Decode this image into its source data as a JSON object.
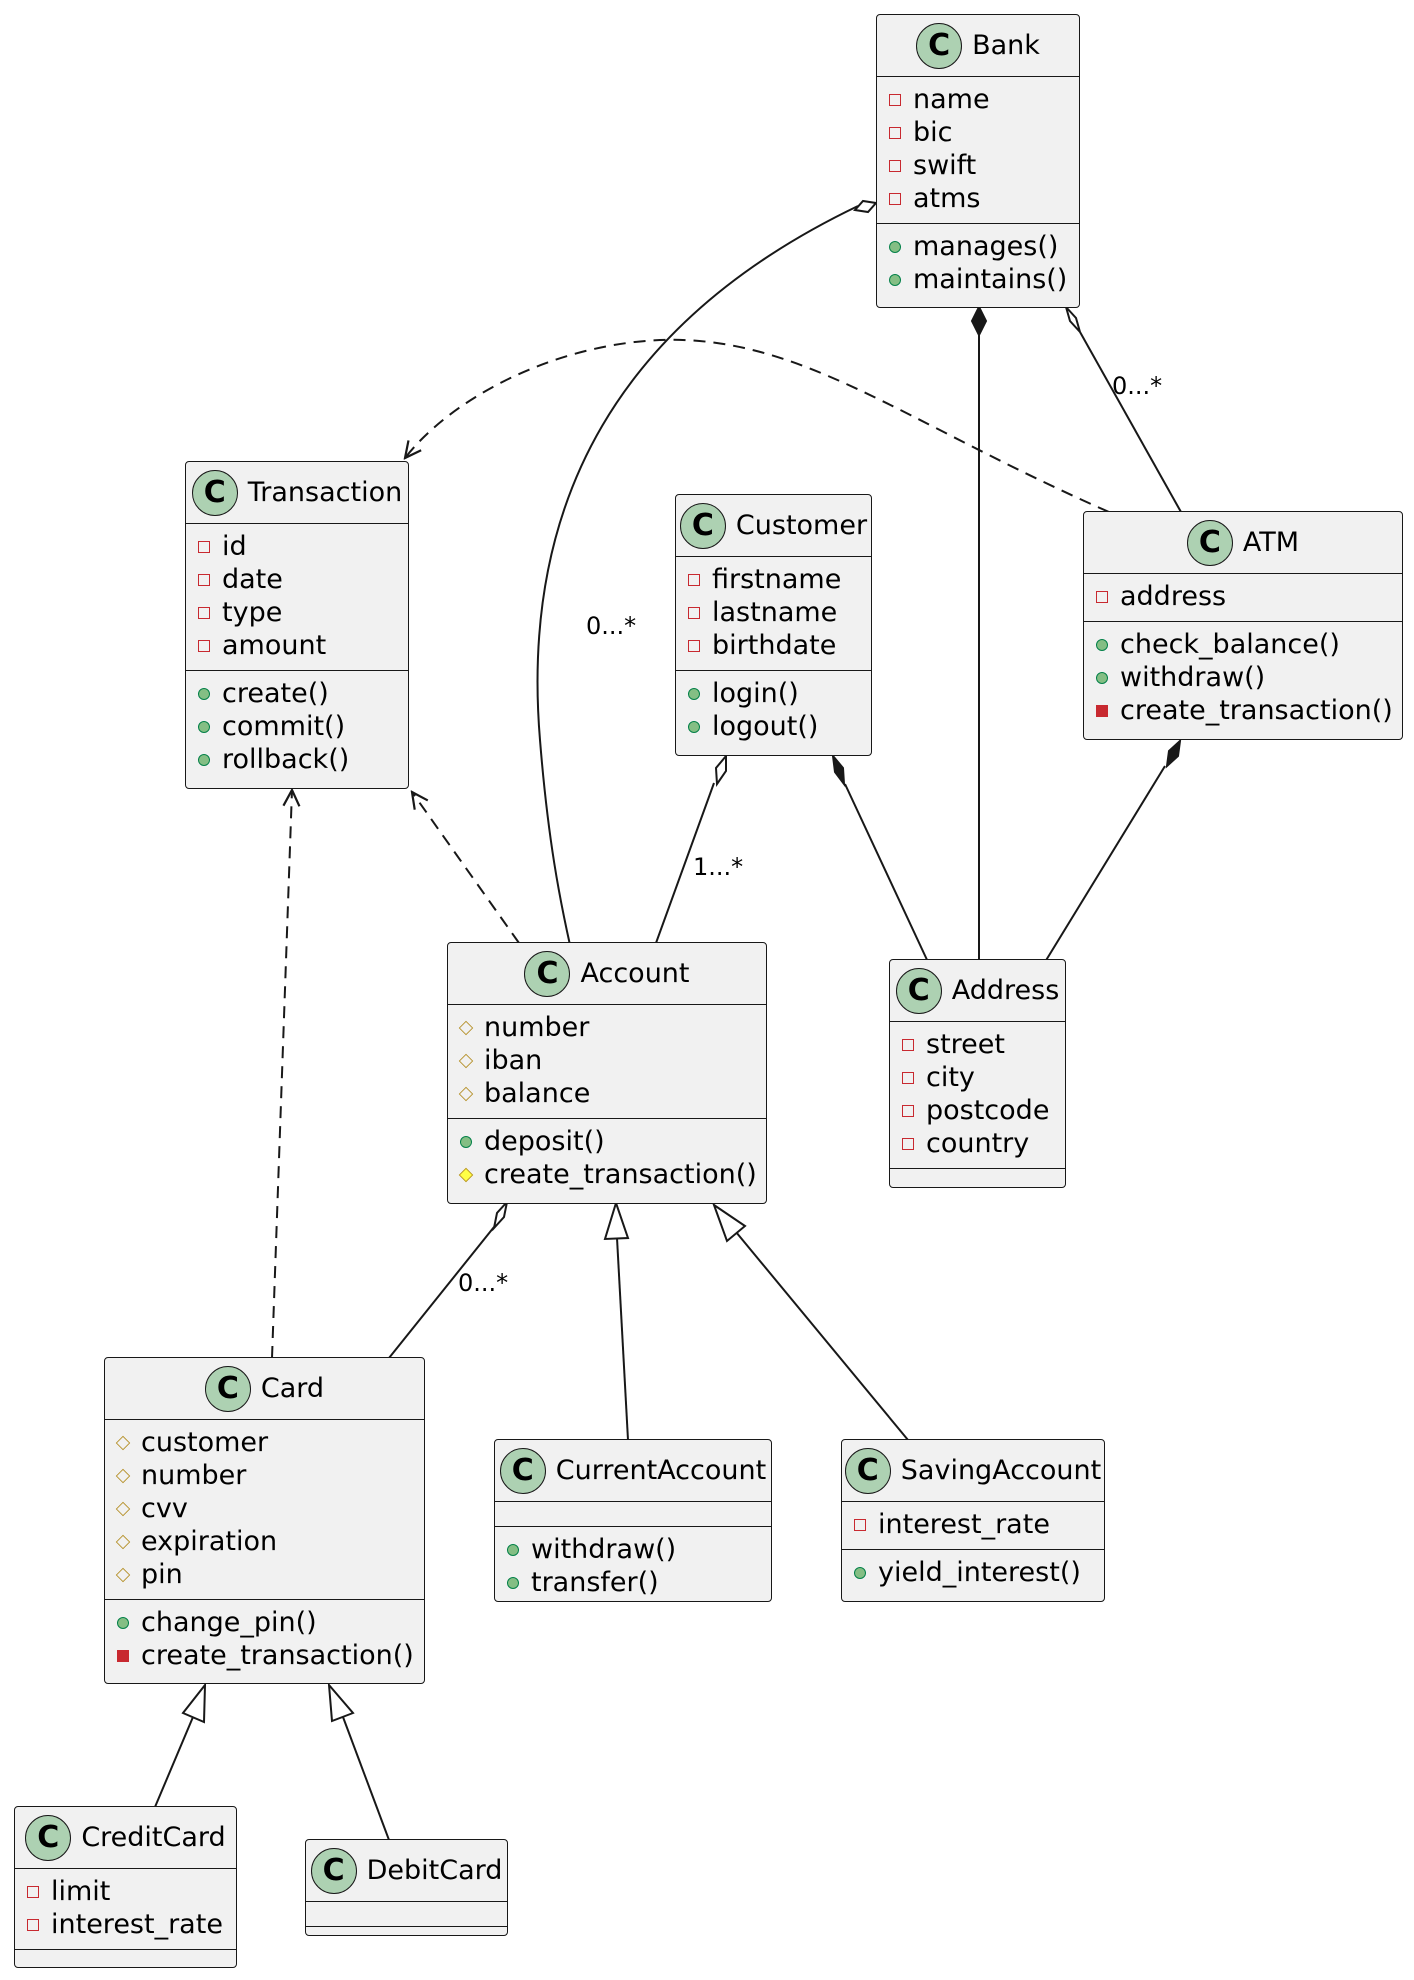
{
  "classes": {
    "bank": {
      "name": "Bank",
      "attributes": [
        {
          "vis": "private",
          "name": "name"
        },
        {
          "vis": "private",
          "name": "bic"
        },
        {
          "vis": "private",
          "name": "swift"
        },
        {
          "vis": "private",
          "name": "atms"
        }
      ],
      "operations": [
        {
          "vis": "public",
          "name": "manages()"
        },
        {
          "vis": "public",
          "name": "maintains()"
        }
      ]
    },
    "transaction": {
      "name": "Transaction",
      "attributes": [
        {
          "vis": "private",
          "name": "id"
        },
        {
          "vis": "private",
          "name": "date"
        },
        {
          "vis": "private",
          "name": "type"
        },
        {
          "vis": "private",
          "name": "amount"
        }
      ],
      "operations": [
        {
          "vis": "public",
          "name": "create()"
        },
        {
          "vis": "public",
          "name": "commit()"
        },
        {
          "vis": "public",
          "name": "rollback()"
        }
      ]
    },
    "customer": {
      "name": "Customer",
      "attributes": [
        {
          "vis": "private",
          "name": "firstname"
        },
        {
          "vis": "private",
          "name": "lastname"
        },
        {
          "vis": "private",
          "name": "birthdate"
        }
      ],
      "operations": [
        {
          "vis": "public",
          "name": "login()"
        },
        {
          "vis": "public",
          "name": "logout()"
        }
      ]
    },
    "atm": {
      "name": "ATM",
      "attributes": [
        {
          "vis": "private",
          "name": "address"
        }
      ],
      "operations": [
        {
          "vis": "public",
          "name": "check_balance()"
        },
        {
          "vis": "public",
          "name": "withdraw()"
        },
        {
          "vis": "private",
          "name": "create_transaction()"
        }
      ]
    },
    "account": {
      "name": "Account",
      "attributes": [
        {
          "vis": "protected",
          "name": "number"
        },
        {
          "vis": "protected",
          "name": "iban"
        },
        {
          "vis": "protected",
          "name": "balance"
        }
      ],
      "operations": [
        {
          "vis": "public",
          "name": "deposit()"
        },
        {
          "vis": "protected",
          "name": "create_transaction()"
        }
      ]
    },
    "address": {
      "name": "Address",
      "attributes": [
        {
          "vis": "private",
          "name": "street"
        },
        {
          "vis": "private",
          "name": "city"
        },
        {
          "vis": "private",
          "name": "postcode"
        },
        {
          "vis": "private",
          "name": "country"
        }
      ],
      "operations": []
    },
    "card": {
      "name": "Card",
      "attributes": [
        {
          "vis": "protected",
          "name": "customer"
        },
        {
          "vis": "protected",
          "name": "number"
        },
        {
          "vis": "protected",
          "name": "cvv"
        },
        {
          "vis": "protected",
          "name": "expiration"
        },
        {
          "vis": "protected",
          "name": "pin"
        }
      ],
      "operations": [
        {
          "vis": "public",
          "name": "change_pin()"
        },
        {
          "vis": "private",
          "name": "create_transaction()"
        }
      ]
    },
    "currentaccount": {
      "name": "CurrentAccount",
      "attributes": [],
      "operations": [
        {
          "vis": "public",
          "name": "withdraw()"
        },
        {
          "vis": "public",
          "name": "transfer()"
        }
      ]
    },
    "savingaccount": {
      "name": "SavingAccount",
      "attributes": [
        {
          "vis": "private",
          "name": "interest_rate"
        }
      ],
      "operations": [
        {
          "vis": "public",
          "name": "yield_interest()"
        }
      ]
    },
    "creditcard": {
      "name": "CreditCard",
      "attributes": [
        {
          "vis": "private",
          "name": "limit"
        },
        {
          "vis": "private",
          "name": "interest_rate"
        }
      ],
      "operations": []
    },
    "debitcard": {
      "name": "DebitCard",
      "attributes": [],
      "operations": []
    }
  },
  "class_icon_letter": "C",
  "multiplicities": {
    "bank_account": "0...*",
    "bank_atm": "0...*",
    "customer_account": "1...*",
    "account_card": "0...*"
  },
  "relationships": [
    {
      "from": "Bank",
      "to": "Account",
      "kind": "aggregation"
    },
    {
      "from": "Bank",
      "to": "Address",
      "kind": "composition"
    },
    {
      "from": "Bank",
      "to": "ATM",
      "kind": "aggregation"
    },
    {
      "from": "ATM",
      "to": "Transaction",
      "kind": "dependency"
    },
    {
      "from": "Customer",
      "to": "Account",
      "kind": "aggregation"
    },
    {
      "from": "Customer",
      "to": "Address",
      "kind": "composition"
    },
    {
      "from": "ATM",
      "to": "Address",
      "kind": "composition"
    },
    {
      "from": "Account",
      "to": "Transaction",
      "kind": "dependency"
    },
    {
      "from": "Card",
      "to": "Transaction",
      "kind": "dependency"
    },
    {
      "from": "Account",
      "to": "Card",
      "kind": "aggregation"
    },
    {
      "from": "CurrentAccount",
      "to": "Account",
      "kind": "generalization"
    },
    {
      "from": "SavingAccount",
      "to": "Account",
      "kind": "generalization"
    },
    {
      "from": "CreditCard",
      "to": "Card",
      "kind": "generalization"
    },
    {
      "from": "DebitCard",
      "to": "Card",
      "kind": "generalization"
    }
  ],
  "colors": {
    "box_fill": "#f1f1f1",
    "border": "#181818",
    "class_icon": "#add1b2",
    "private": "#c82930",
    "public": "#84be84",
    "protected": "#b38d22",
    "protected_operation": "#ffff44"
  }
}
